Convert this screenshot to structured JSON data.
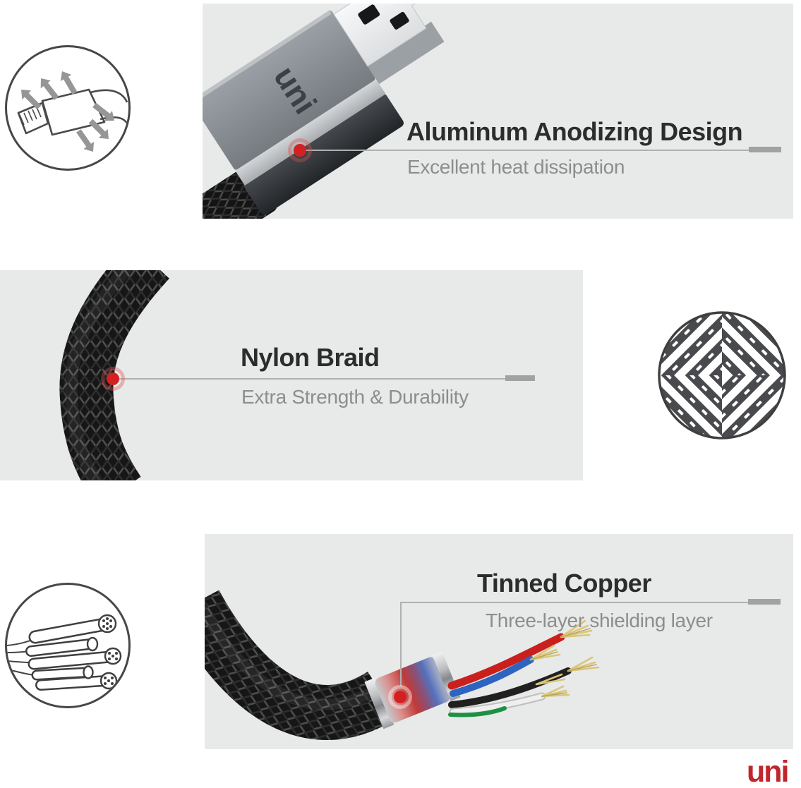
{
  "meta": {
    "type": "product-feature-infographic"
  },
  "brand": {
    "logo_text": "uni",
    "logo_color": "#c0262b"
  },
  "connector": {
    "printed_logo": "uni"
  },
  "sections": [
    {
      "title": "Aluminum Anodizing Design",
      "subtitle": "Excellent heat dissipation"
    },
    {
      "title": "Nylon Braid",
      "subtitle": "Extra Strength & Durability"
    },
    {
      "title": "Tinned Copper",
      "subtitle": "Three-layer shielding layer"
    }
  ],
  "icons": [
    {
      "name": "heat-dissipation-connector-icon",
      "depicts": "connector with outward airflow arrows"
    },
    {
      "name": "braid-weave-pattern-icon",
      "depicts": "nylon braid weave pattern"
    },
    {
      "name": "stranded-copper-wires-icon",
      "depicts": "stranded wire bundle"
    }
  ],
  "colors": {
    "panel_bg": "#e8e9e9",
    "heading": "#2c2c2c",
    "subtitle": "#8d8d8d",
    "callout_line": "#b0b0b0",
    "callout_tab": "#a2a2a2",
    "marker_red": "#d32121",
    "wire_red": "#c9201d",
    "wire_blue": "#2e63c0",
    "wire_green": "#1e9044",
    "tinned_strand": "#d9c678"
  }
}
